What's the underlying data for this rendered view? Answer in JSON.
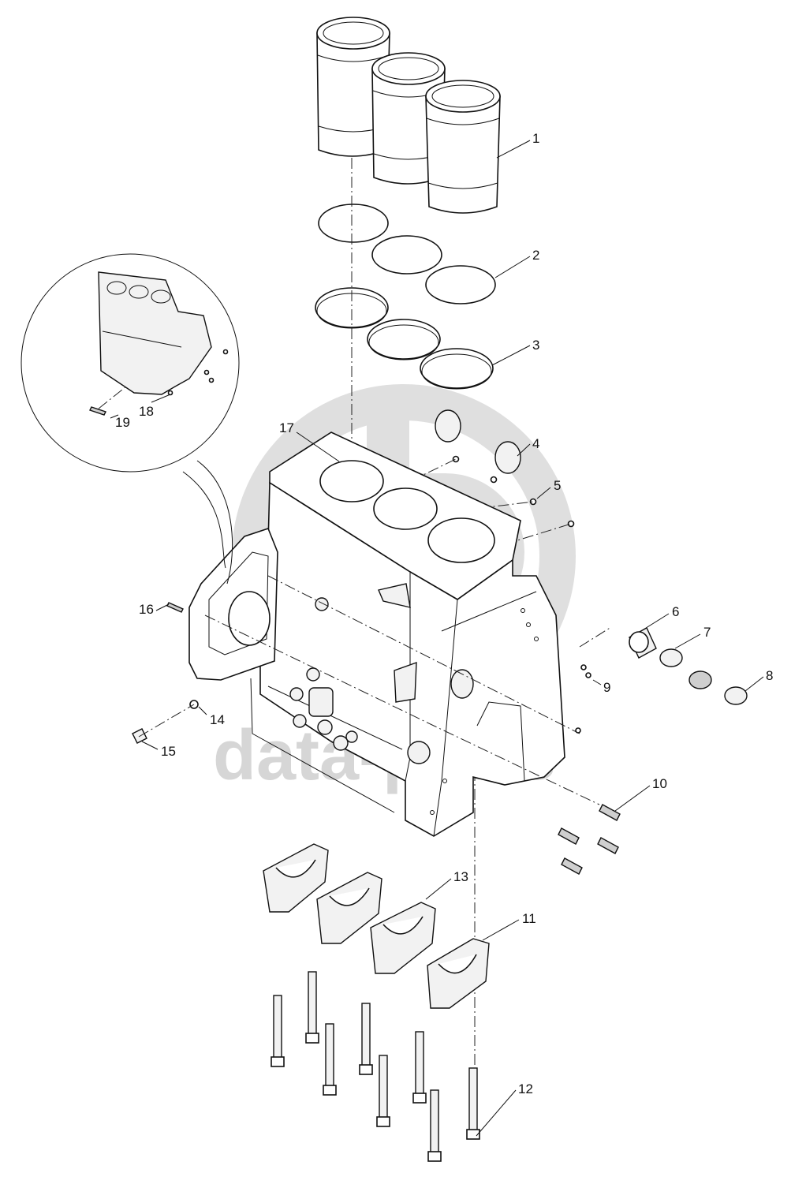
{
  "watermark": {
    "text": "data-parts",
    "logo": "gp-logo-watermark"
  },
  "callouts": [
    {
      "id": "c1",
      "label": "1"
    },
    {
      "id": "c2",
      "label": "2"
    },
    {
      "id": "c3",
      "label": "3"
    },
    {
      "id": "c4",
      "label": "4"
    },
    {
      "id": "c5",
      "label": "5"
    },
    {
      "id": "c6",
      "label": "6"
    },
    {
      "id": "c7",
      "label": "7"
    },
    {
      "id": "c8",
      "label": "8"
    },
    {
      "id": "c9",
      "label": "9"
    },
    {
      "id": "c10",
      "label": "10"
    },
    {
      "id": "c11",
      "label": "11"
    },
    {
      "id": "c12",
      "label": "12"
    },
    {
      "id": "c13",
      "label": "13"
    },
    {
      "id": "c14",
      "label": "14"
    },
    {
      "id": "c15",
      "label": "15"
    },
    {
      "id": "c16",
      "label": "16"
    },
    {
      "id": "c17",
      "label": "17"
    },
    {
      "id": "c18",
      "label": "18"
    },
    {
      "id": "c19",
      "label": "19"
    }
  ],
  "colors": {
    "line": "#111111",
    "watermark": "#d6d6d6",
    "background": "#ffffff"
  }
}
